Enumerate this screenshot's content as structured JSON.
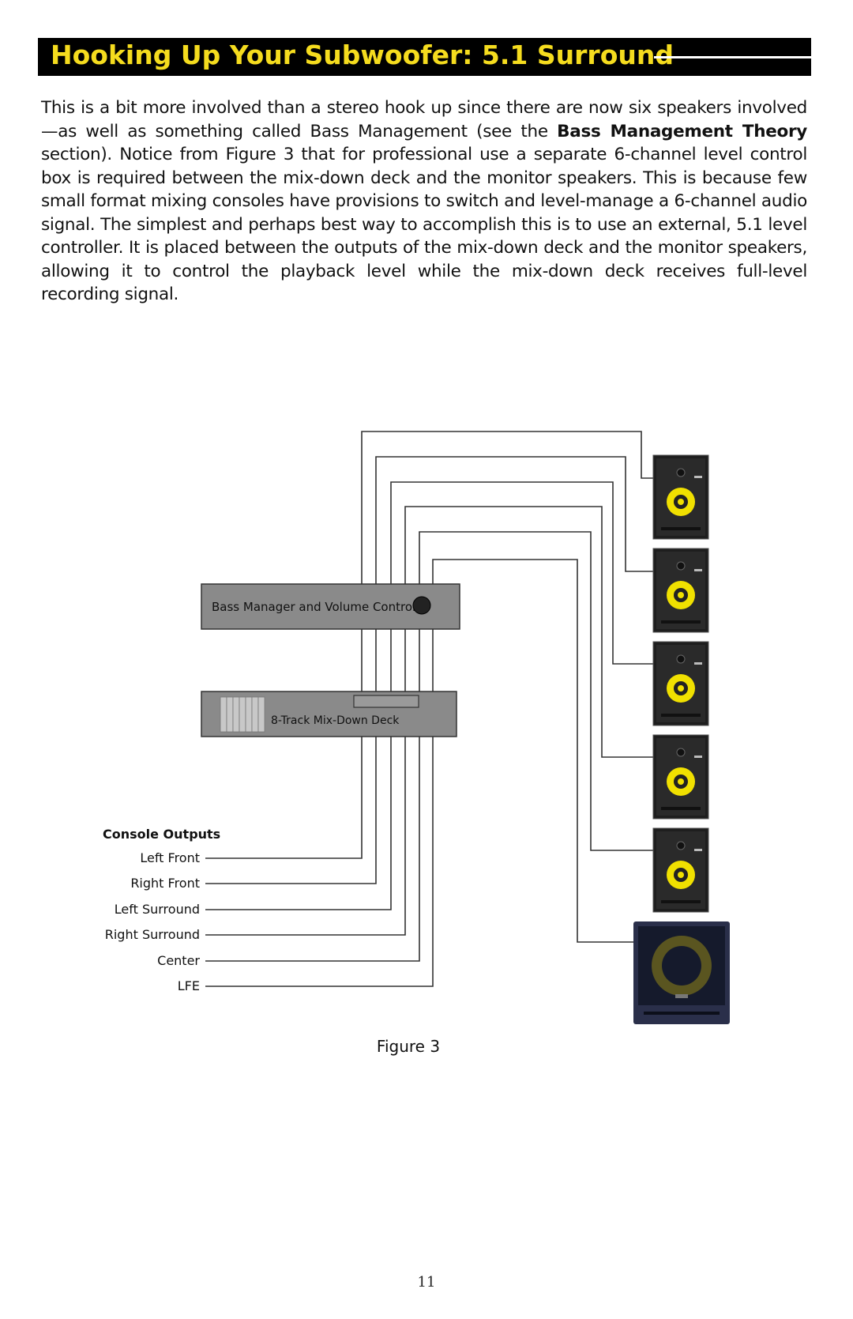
{
  "header": {
    "title": "Hooking Up Your Subwoofer: 5.1 Surround"
  },
  "body": {
    "intro": "This is a bit more involved than a stereo hook up since there are now six speakers involved—as well as something called Bass Management (see the ",
    "bold_ref": "Bass Management Theory",
    "rest": " section). Notice from Figure 3 that for professional use a separate 6-channel level control box is required between the mix-down deck and the monitor speakers. This is because few small format mixing consoles have provisions to switch and level-manage a 6-channel audio signal. The simplest and perhaps best way to accomplish this is to use an external, 5.1 level controller. It is placed between the outputs of the mix-down deck and the monitor speakers, allowing it to control the playback level while the mix-down deck receives full-level recording signal."
  },
  "diagram": {
    "bass_manager_label": "Bass Manager and Volume Control",
    "deck_label": "8-Track Mix-Down Deck",
    "console_heading": "Console Outputs",
    "console_outputs": [
      "Left Front",
      "Right Front",
      "Left Surround",
      "Right Surround",
      "Center",
      "LFE"
    ],
    "caption": "Figure 3",
    "colors": {
      "panel": "#8a8a8a",
      "speaker_body": "#1e1e1e",
      "woofer": "#f0e000",
      "sub_body": "#2a2f4a"
    }
  },
  "footer": {
    "page_number": "11"
  }
}
